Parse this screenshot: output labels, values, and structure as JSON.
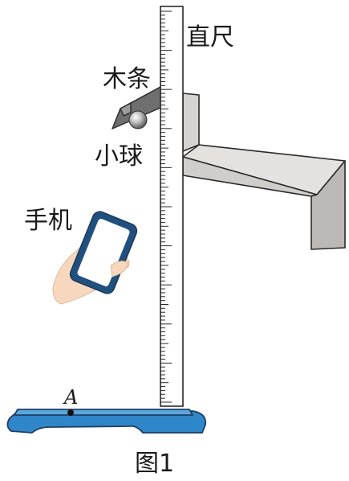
{
  "figure": {
    "labels": {
      "ruler": "直尺",
      "wood_strip": "木条",
      "ball": "小球",
      "phone": "手机",
      "point": "A",
      "caption": "图1"
    },
    "ruler_ticks": 100
  }
}
